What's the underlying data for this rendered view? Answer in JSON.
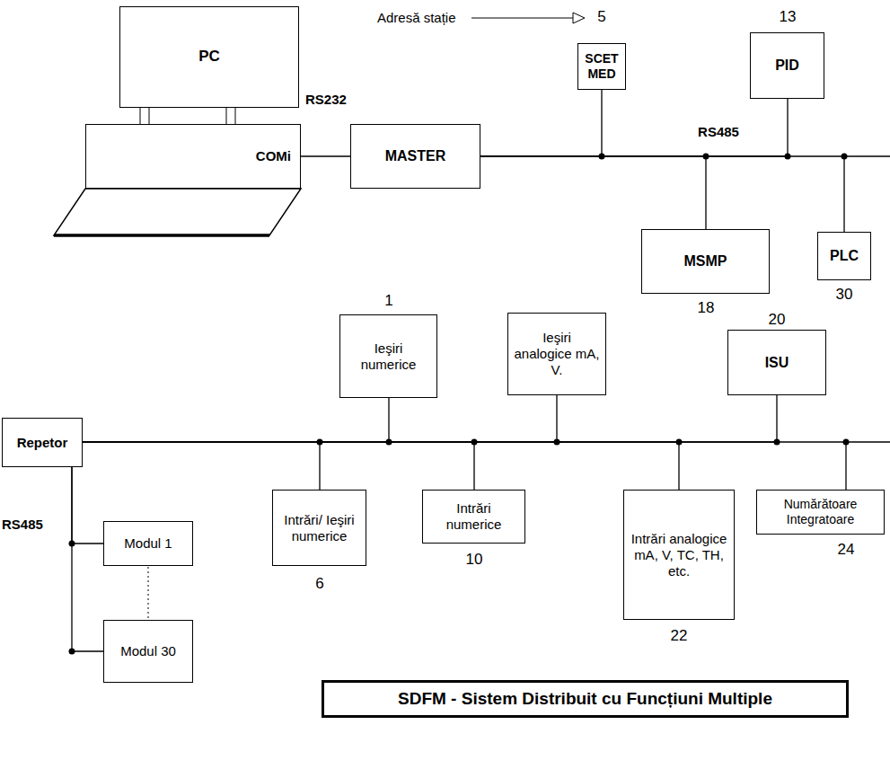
{
  "diagram": {
    "title": "SDFM - Sistem Distribuit cu Funcțiuni Multiple",
    "nodes": [
      {
        "text": [
          "PC"
        ]
      },
      {
        "text": [
          "COMi"
        ]
      },
      {
        "text": [
          "MASTER"
        ]
      },
      {
        "text": [
          "SCET MED"
        ]
      },
      {
        "text": [
          "PID"
        ]
      },
      {
        "text": [
          "MSMP"
        ]
      },
      {
        "text": [
          "PLC"
        ]
      },
      {
        "text": [
          "Ieşiri numerice"
        ]
      },
      {
        "text": [
          "Ieşiri analogice mA, V."
        ]
      },
      {
        "text": [
          "ISU"
        ]
      },
      {
        "text": [
          "Repetor"
        ]
      },
      {
        "text": [
          "Intrări/ Ieşiri numerice"
        ]
      },
      {
        "text": [
          "Intrări numerice"
        ]
      },
      {
        "text": [
          "Intrări analogice mA, V, TC, TH, etc."
        ]
      },
      {
        "text": [
          "Numărătoare Integratoare"
        ]
      },
      {
        "text": [
          "Modul 1"
        ]
      },
      {
        "text": [
          "Modul 30"
        ]
      }
    ],
    "edges": [
      {
        "from": 1,
        "to": 2,
        "arrow": "none",
        "label": "RS232"
      },
      {
        "from": 2,
        "to": 3,
        "arrow": "none"
      },
      {
        "from": 2,
        "to": 4,
        "arrow": "none"
      },
      {
        "from": 2,
        "to": 5,
        "arrow": "none"
      },
      {
        "from": 2,
        "to": 6,
        "arrow": "none"
      },
      {
        "from": 10,
        "to": 7,
        "arrow": "none"
      },
      {
        "from": 10,
        "to": 8,
        "arrow": "none"
      },
      {
        "from": 10,
        "to": 9,
        "arrow": "none"
      },
      {
        "from": 10,
        "to": 11,
        "arrow": "none"
      },
      {
        "from": 10,
        "to": 12,
        "arrow": "none"
      },
      {
        "from": 10,
        "to": 13,
        "arrow": "none"
      },
      {
        "from": 10,
        "to": 14,
        "arrow": "none"
      },
      {
        "from": 10,
        "to": 15,
        "arrow": "none"
      },
      {
        "from": 10,
        "to": 16,
        "arrow": "none"
      }
    ],
    "labels": [
      "Adresă stație",
      "5",
      "13",
      "RS485",
      "18",
      "30",
      "1",
      "20",
      "6",
      "10",
      "22",
      "24",
      "RS485"
    ]
  }
}
